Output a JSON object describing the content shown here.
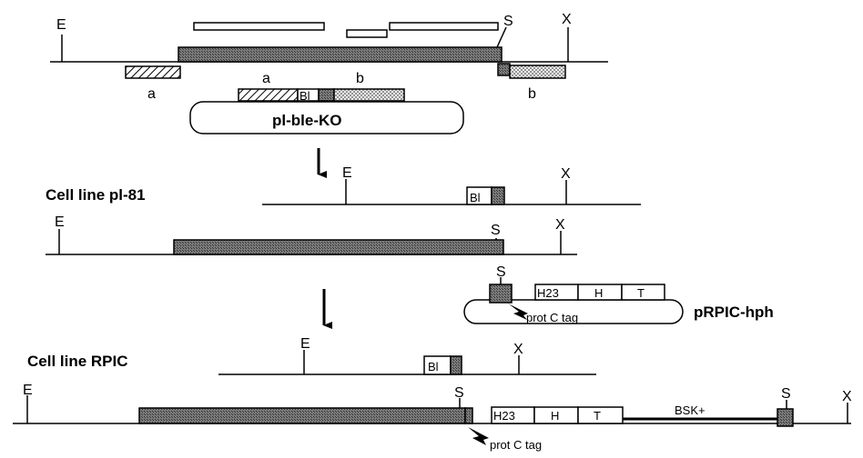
{
  "sites": {
    "E": "E",
    "S": "S",
    "X": "X"
  },
  "fragments": {
    "a": "a",
    "b": "b"
  },
  "markers": {
    "bl": "Bl",
    "h23": "H23",
    "h": "H",
    "t": "T",
    "bsk": "BSK+",
    "prot_c_tag": "prot C tag"
  },
  "plasmids": {
    "knockout": "pl-ble-KO",
    "rescue": "pRPIC-hph"
  },
  "cell_lines": {
    "first": "Cell line pl-81",
    "second": "Cell line RPIC"
  },
  "colors": {
    "gene": "#6d6d6d",
    "dark_block": "#545454",
    "dots": "#d6d6d6",
    "hatch": "#000000"
  }
}
